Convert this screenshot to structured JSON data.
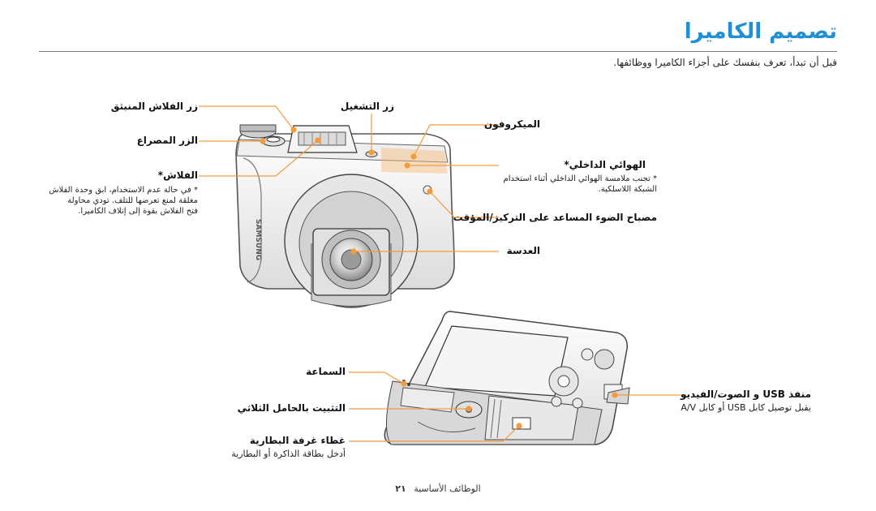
{
  "page": {
    "title": "تصميم الكاميرا",
    "intro": "قبل أن تبدأ، تعرف بنفسك على أجزاء الكاميرا ووظائفها."
  },
  "front": {
    "flash_release": "زر الفلاش المنبثق",
    "shutter": "زر التشغيل",
    "microphone": "الميكروفون",
    "shutter_button": "الزر المصراع",
    "flash": "الفلاش*",
    "flash_note": "* في حالة عدم الاستخدام، ابق وحدة الفلاش\nمغلقة لمنع تعرضها للتلف. تودي محاولة\nفتح الفلاش بقوة إلى إتلاف الكاميرا.",
    "antenna": "الهوائي الداخلي*",
    "antenna_note": "* تجنب ملامسة الهوائي الداخلي أثناء استخدام\nالشبكة اللاسلكية.",
    "af_lamp": "مصباح الضوء المساعد على التركيز/المؤقت",
    "lens": "العدسة"
  },
  "bottom": {
    "speaker": "السماعة",
    "tripod": "التثبيت بالحامل الثلاثي",
    "battery_cover": "غطاء غرفة البطارية",
    "battery_note": "أدخل بطاقة الذاكرة أو البطارية",
    "usb_port": "منفذ USB و الصوت/الفيديو",
    "usb_note": "يقبل توصيل كابل USB أو كابل A/V"
  },
  "footer": {
    "section": "الوظائف الأساسية",
    "page_number": "٢١"
  },
  "colors": {
    "accent": "#1f8fd6",
    "callout": "#f39c3d",
    "highlight": "#f7b77a"
  }
}
